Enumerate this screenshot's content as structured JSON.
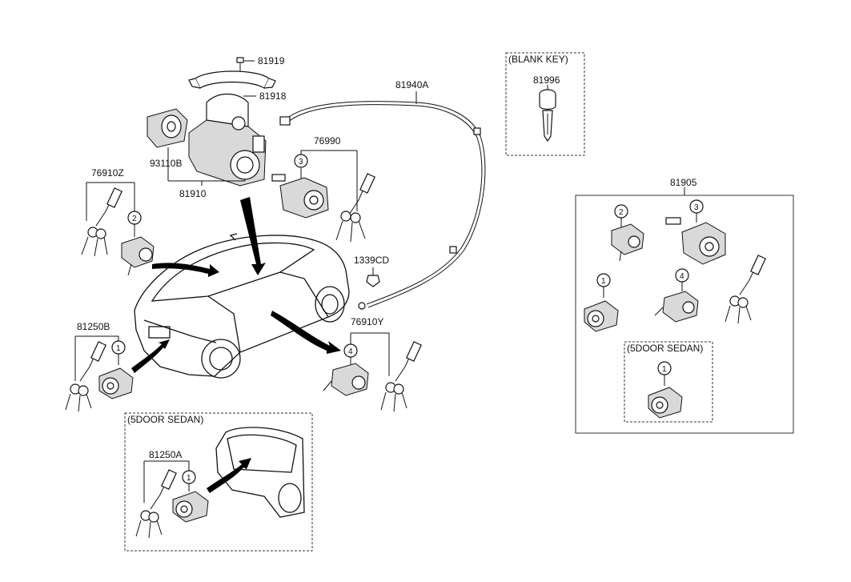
{
  "labels": {
    "p81919": "81919",
    "p81918": "81918",
    "p93110B": "93110B",
    "p81910": "81910",
    "p76910Z": "76910Z",
    "p76990": "76990",
    "p81940A": "81940A",
    "p1339CD": "1339CD",
    "p76910Y": "76910Y",
    "p81250B": "81250B",
    "p81250A": "81250A",
    "p81996": "81996",
    "p81905": "81905"
  },
  "boxes": {
    "blank_key": "(BLANK KEY)",
    "sedan_left": "(5DOOR SEDAN)",
    "sedan_right": "(5DOOR SEDAN)"
  },
  "callouts": {
    "c1": "1",
    "c2": "2",
    "c3": "3",
    "c4": "4"
  }
}
